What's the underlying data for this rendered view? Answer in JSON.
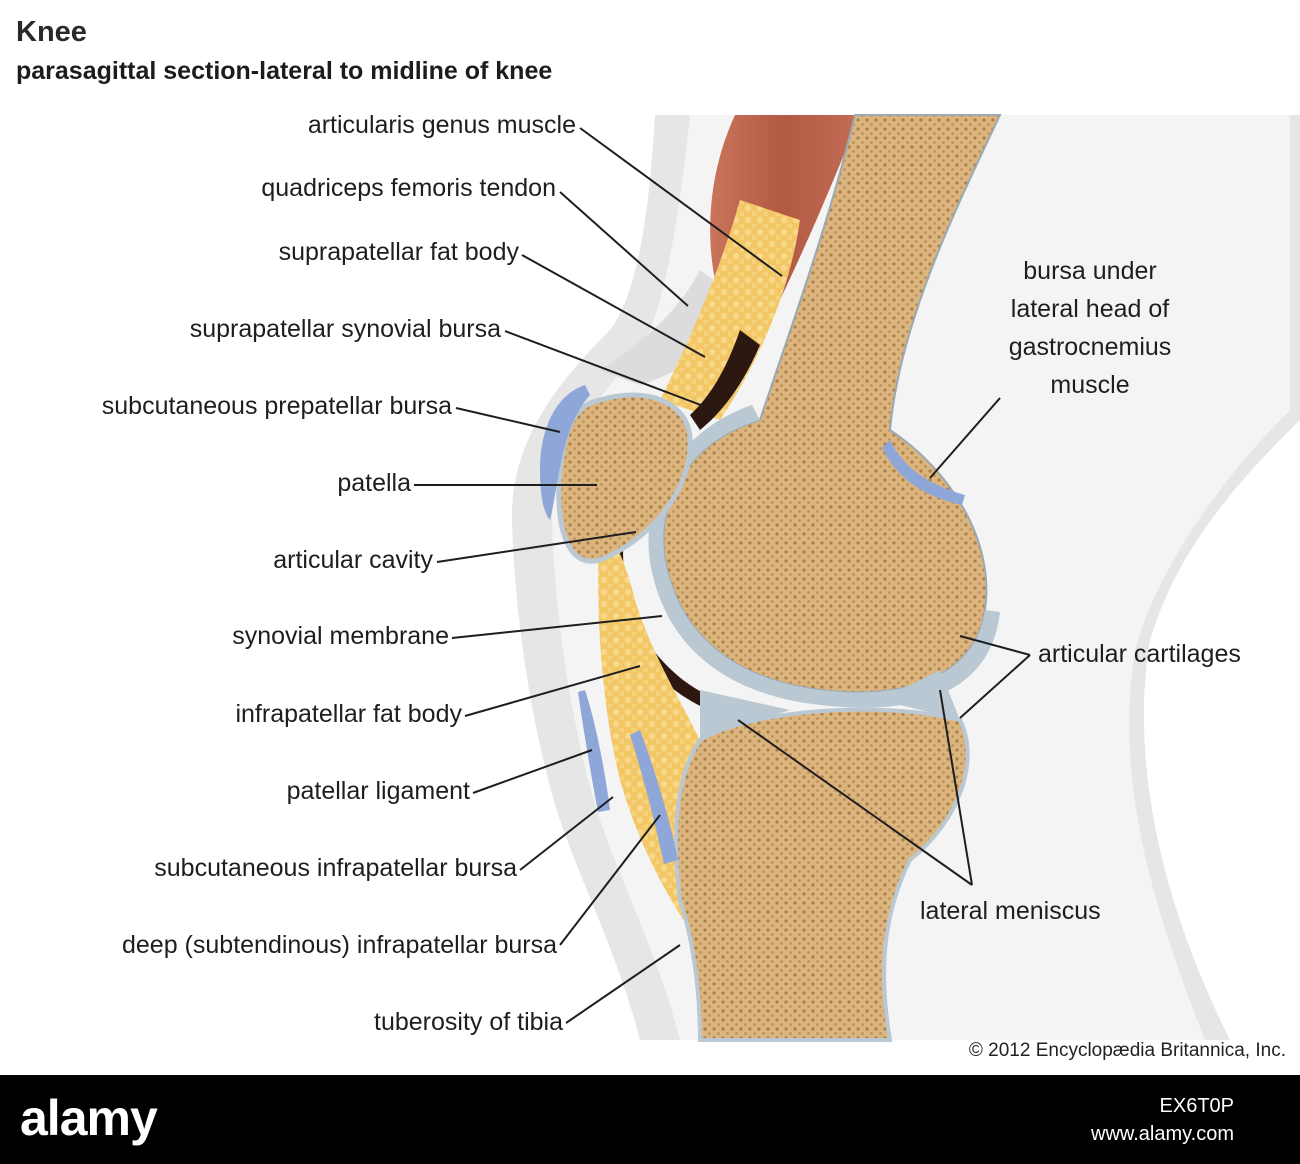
{
  "title": "Knee",
  "subtitle": "parasagittal section-lateral to midline of knee",
  "labels": {
    "articularis_genus": "articularis genus muscle",
    "quadriceps_tendon": "quadriceps femoris tendon",
    "suprapatellar_fat": "suprapatellar fat body",
    "suprapatellar_bursa": "suprapatellar synovial bursa",
    "prepatellar_bursa": "subcutaneous prepatellar bursa",
    "patella": "patella",
    "articular_cavity": "articular cavity",
    "synovial_membrane": "synovial membrane",
    "infrapatellar_fat": "infrapatellar fat body",
    "patellar_ligament": "patellar ligament",
    "subcutaneous_infrapatellar": "subcutaneous infrapatellar bursa",
    "deep_infrapatellar": "deep (subtendinous) infrapatellar bursa",
    "tibial_tuberosity": "tuberosity of tibia",
    "gastrocnemius_bursa_1": "bursa under",
    "gastrocnemius_bursa_2": "lateral head of",
    "gastrocnemius_bursa_3": "gastrocnemius",
    "gastrocnemius_bursa_4": "muscle",
    "articular_cartilages": "articular cartilages",
    "lateral_meniscus": "lateral meniscus"
  },
  "copyright": "© 2012 Encyclopædia Britannica, Inc.",
  "banner": {
    "brand": "alamy",
    "image_id": "EX6T0P",
    "site": "www.alamy.com"
  },
  "colors": {
    "bone": "#dcb47e",
    "bone_pattern": "#a9804a",
    "cartilage": "#b9c8d2",
    "fat": "#f0bd55",
    "muscle": "#b9614a",
    "bursa": "#8fa7d8",
    "skin": "#e6e6e6",
    "cavity": "#2c1810",
    "banner": "#000000"
  }
}
